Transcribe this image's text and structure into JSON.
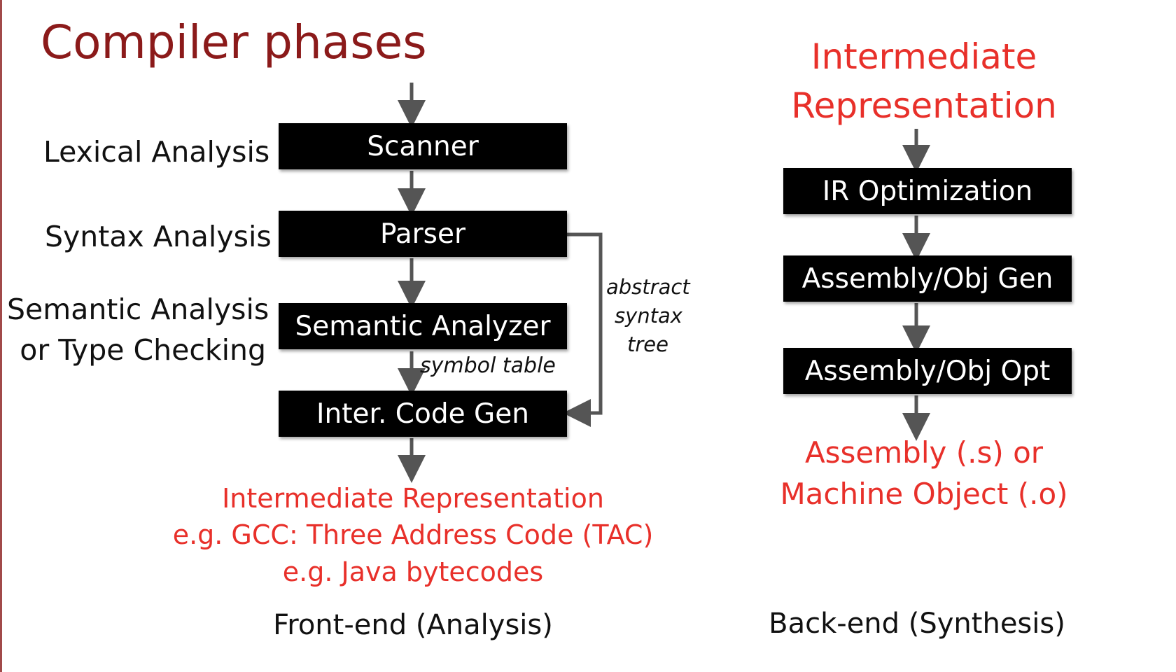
{
  "title": "Compiler phases",
  "colors": {
    "title": "#8b1a1a",
    "accent_red": "#e8302a",
    "box_fill": "#000000",
    "box_text": "#ffffff",
    "arrow": "#555555"
  },
  "front_end": {
    "labels": {
      "lexical": "Lexical Analysis",
      "syntax": "Syntax Analysis",
      "semantic_line1": "Semantic Analysis",
      "semantic_line2": "or Type Checking"
    },
    "boxes": {
      "scanner": "Scanner",
      "parser": "Parser",
      "semantic_analyzer": "Semantic Analyzer",
      "inter_code_gen": "Inter. Code Gen"
    },
    "annotations": {
      "symbol_table": "symbol table",
      "ast_line1": "abstract",
      "ast_line2": "syntax",
      "ast_line3": "tree"
    },
    "output": {
      "line1": "Intermediate Representation",
      "line2": "e.g. GCC: Three Address Code (TAC)",
      "line3": "e.g. Java bytecodes"
    },
    "footer": "Front-end (Analysis)"
  },
  "back_end": {
    "input": {
      "line1": "Intermediate",
      "line2": "Representation"
    },
    "boxes": {
      "ir_optimization": "IR Optimization",
      "asm_obj_gen": "Assembly/Obj Gen",
      "asm_obj_opt": "Assembly/Obj Opt"
    },
    "output": {
      "line1": "Assembly (.s) or",
      "line2": "Machine Object (.o)"
    },
    "footer": "Back-end (Synthesis)"
  }
}
